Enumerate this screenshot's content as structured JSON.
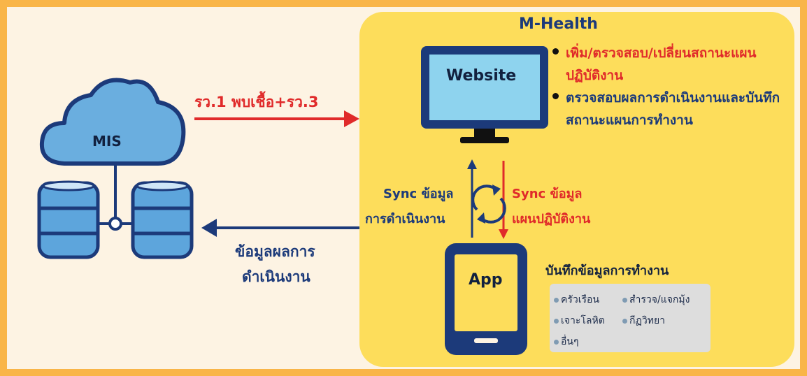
{
  "panel": {
    "title": "M-Health",
    "website_label": "Website",
    "app_label": "App",
    "bullets": [
      {
        "text": "เพิ่ม/ตรวจสอบ/เปลี่ยนสถานะแผนปฏิบัติงาน",
        "color": "#e02a2a"
      },
      {
        "text": "ตรวจสอบผลการดำเนินงานและบันทึกสถานะแผนการทำงาน",
        "color": "#1c3a7a"
      }
    ],
    "sync_up": {
      "line1": "Sync ข้อมูล",
      "line2": "การดำเนินงาน"
    },
    "sync_down": {
      "line1": "Sync ข้อมูล",
      "line2": "แผนปฏิบัติงาน"
    },
    "app_caption": "บันทึกข้อมูลการทำงาน",
    "tasks": [
      "ครัวเรือน",
      "สำรวจ/แจกมุ้ง",
      "เจาะโลหิต",
      "กีฏวิทยา",
      "อื่นๆ"
    ]
  },
  "mis": {
    "label": "MIS"
  },
  "arrows": {
    "to_mhealth": "รว.1 พบเชื้อ+รว.3",
    "to_mis_line1": "ข้อมูลผลการ",
    "to_mis_line2": "ดำเนินงาน"
  },
  "colors": {
    "navy": "#1c3a7a",
    "red": "#e02a2a",
    "panel": "#fddd5b",
    "frame": "#f9b548",
    "cloud": "#6aaedf",
    "db": "#5da5dc"
  }
}
